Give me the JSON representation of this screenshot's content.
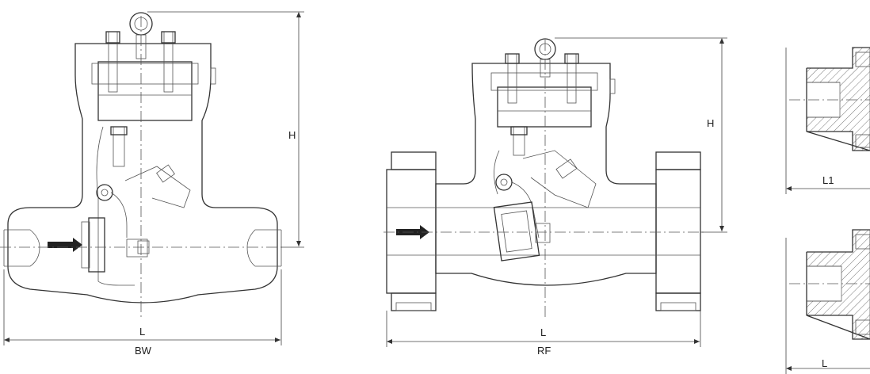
{
  "diagram": {
    "views": [
      {
        "id": "bw",
        "dims": {
          "height": "H",
          "length": "L",
          "end": "BW"
        }
      },
      {
        "id": "rf",
        "dims": {
          "height": "H",
          "length": "L",
          "end": "RF"
        }
      },
      {
        "id": "ends",
        "dims": {
          "upper_length": "L1",
          "lower_length": "L"
        }
      }
    ],
    "colors": {
      "line": "#333333",
      "background": "#ffffff"
    }
  }
}
